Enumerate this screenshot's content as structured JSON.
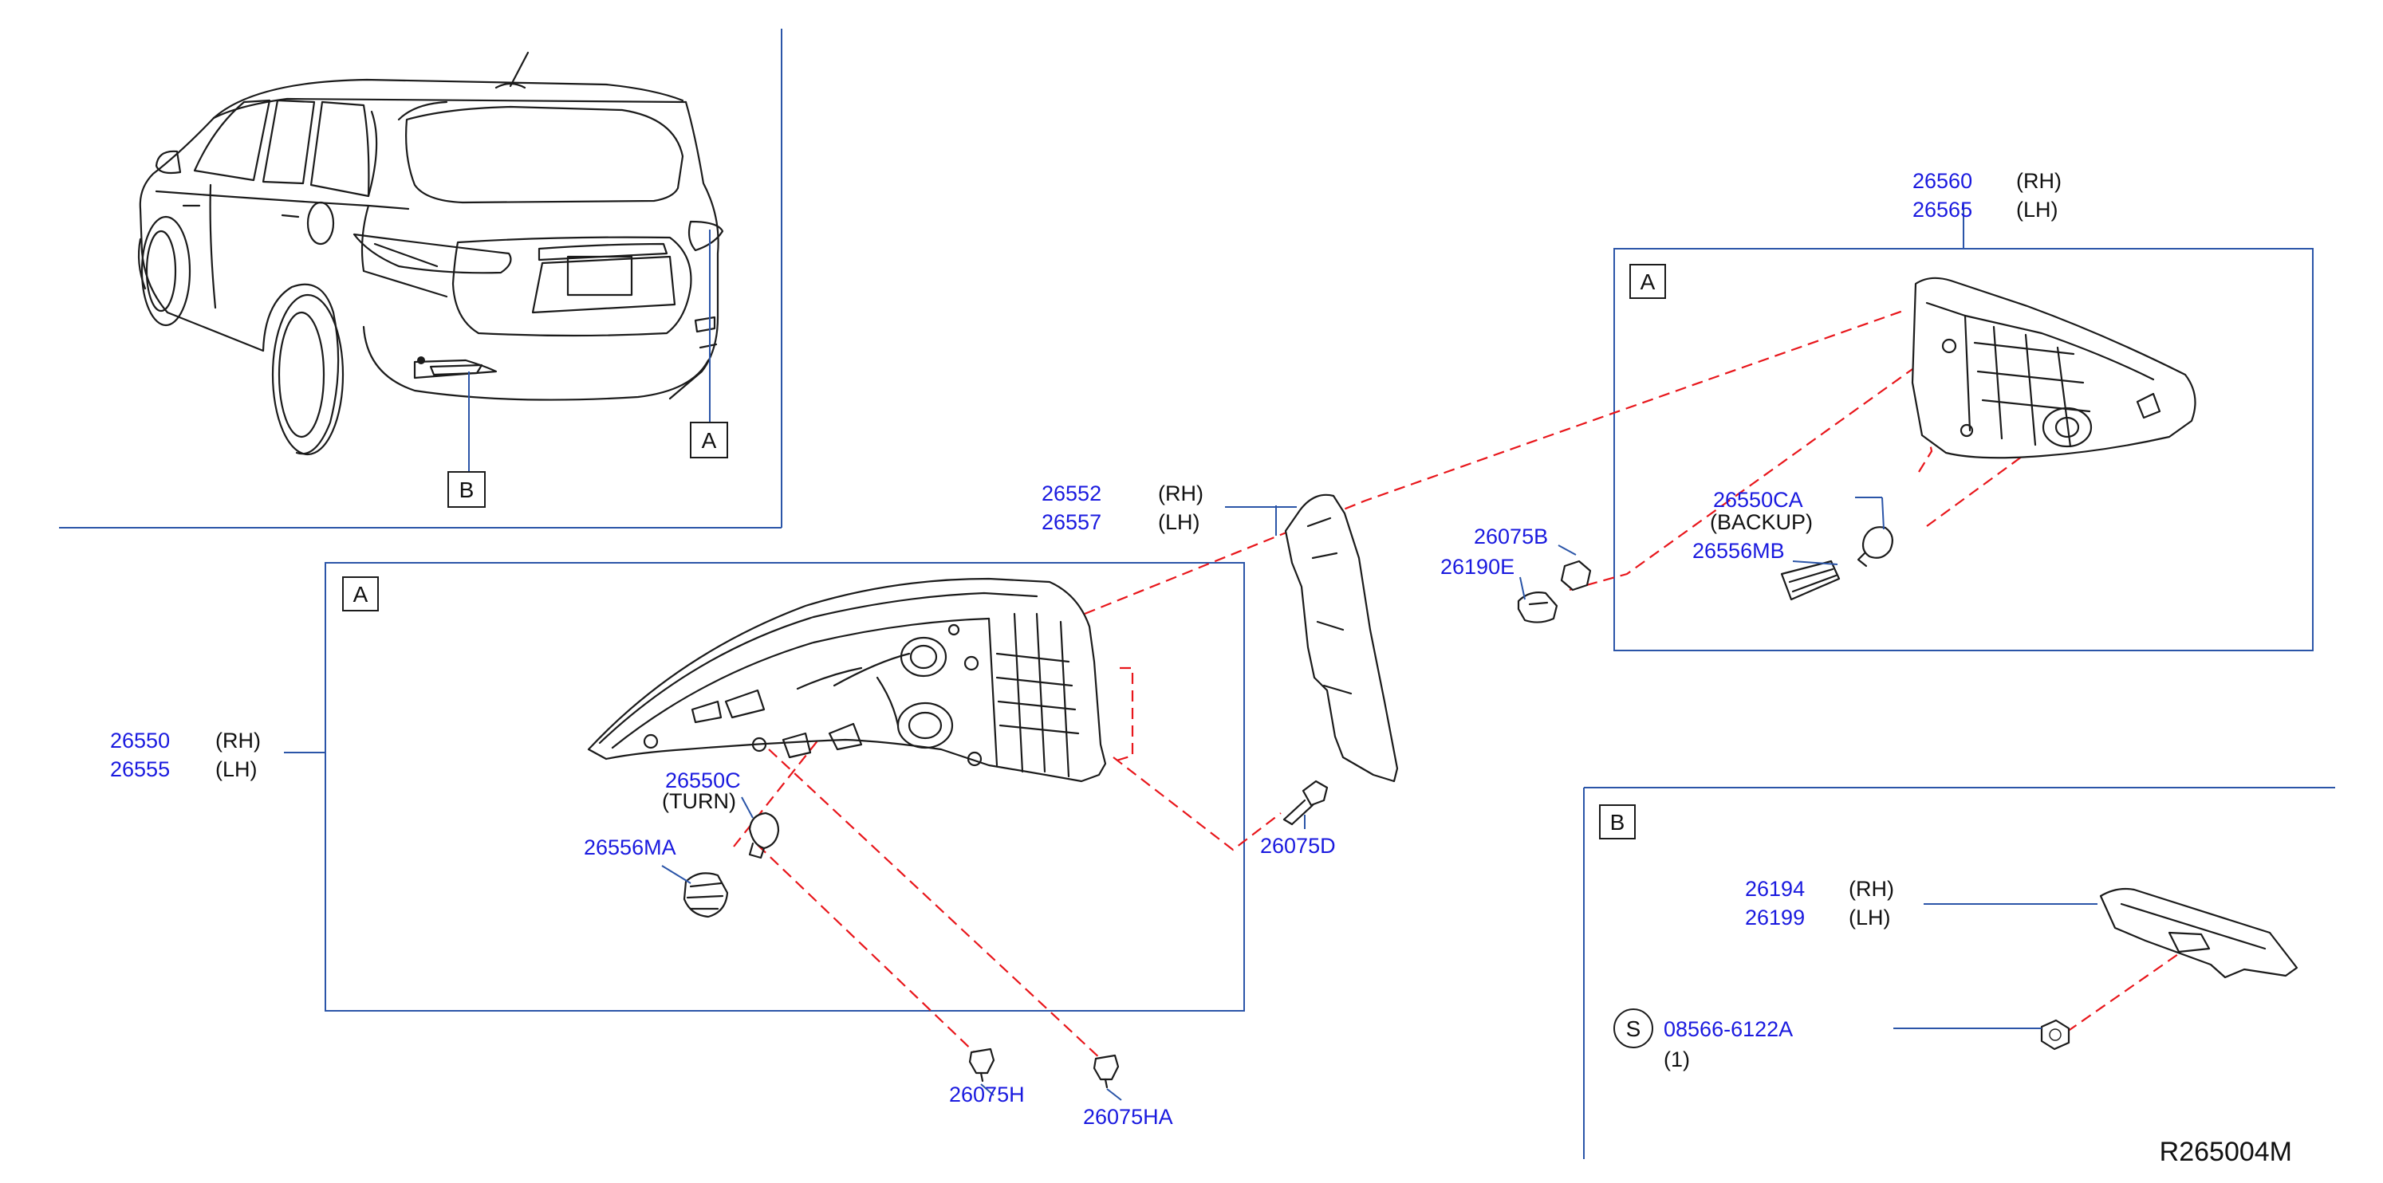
{
  "diagram_code": "R265004M",
  "callouts": {
    "a": "A",
    "b": "B",
    "s": "S"
  },
  "parts": {
    "lamp_inner_assy": {
      "rh": "26550",
      "rh_side": "(RH)",
      "lh": "26555",
      "lh_side": "(LH)"
    },
    "gasket": {
      "rh": "26552",
      "rh_side": "(RH)",
      "lh": "26557",
      "lh_side": "(LH)"
    },
    "lamp_outer_assy": {
      "rh": "26560",
      "rh_side": "(RH)",
      "lh": "26565",
      "lh_side": "(LH)"
    },
    "license_lamp": {
      "rh": "26194",
      "rh_side": "(RH)",
      "lh": "26199",
      "lh_side": "(LH)"
    },
    "bulb_turn": {
      "number": "26550C",
      "note": "(TURN)"
    },
    "bulb_backup": {
      "number": "26550CA",
      "note": "(BACKUP)"
    },
    "socket_turn": {
      "number": "26556MA"
    },
    "socket_backup": {
      "number": "26556MB"
    },
    "nut": {
      "number": "26075B"
    },
    "grommet": {
      "number": "26190E"
    },
    "bolt": {
      "number": "26075D"
    },
    "clip_h": {
      "number": "26075H"
    },
    "clip_ha": {
      "number": "26075HA"
    },
    "screw": {
      "number": "08566-6122A",
      "qty": "(1)"
    }
  }
}
